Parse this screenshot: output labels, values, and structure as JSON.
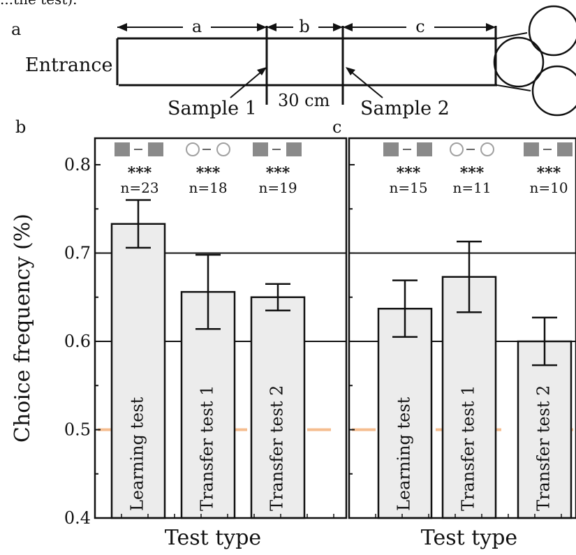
{
  "figure_header": "...the test).",
  "maze": {
    "panel_label": "a",
    "entrance_label": "Entrance",
    "segment_labels": [
      "a",
      "b",
      "c"
    ],
    "gap_label": "30 cm",
    "sample_labels": [
      "Sample 1",
      "Sample 2"
    ]
  },
  "chart_data": [
    {
      "panel_label": "b",
      "type": "bar",
      "categories": [
        "Learning test",
        "Transfer test 1",
        "Transfer test 2"
      ],
      "values": [
        0.733,
        0.656,
        0.65
      ],
      "error": [
        0.027,
        0.042,
        0.015
      ],
      "significance": [
        "***",
        "***",
        "***"
      ],
      "n_labels": [
        "n=23",
        "n=18",
        "n=19"
      ],
      "ylabel": "Choice frequency (%)",
      "xlabel": "Test type",
      "ylim": [
        0.4,
        0.83
      ],
      "yticks": [
        "0.4",
        "0.5",
        "0.6",
        "0.7",
        "0.8"
      ],
      "grid": true,
      "chance_line": 0.5,
      "bar_color": "#ececec",
      "chance_color": "#f4b27c"
    },
    {
      "panel_label": "c",
      "type": "bar",
      "categories": [
        "Learning test",
        "Transfer test 1",
        "Transfer test 2"
      ],
      "values": [
        0.637,
        0.673,
        0.6
      ],
      "error": [
        0.032,
        0.04,
        0.027
      ],
      "significance": [
        "***",
        "***",
        "***"
      ],
      "n_labels": [
        "n=15",
        "n=11",
        "n=10"
      ],
      "ylabel": "",
      "xlabel": "Test type",
      "ylim": [
        0.4,
        0.83
      ],
      "grid": true,
      "chance_line": 0.5,
      "bar_color": "#ececec",
      "chance_color": "#f4b27c"
    }
  ]
}
